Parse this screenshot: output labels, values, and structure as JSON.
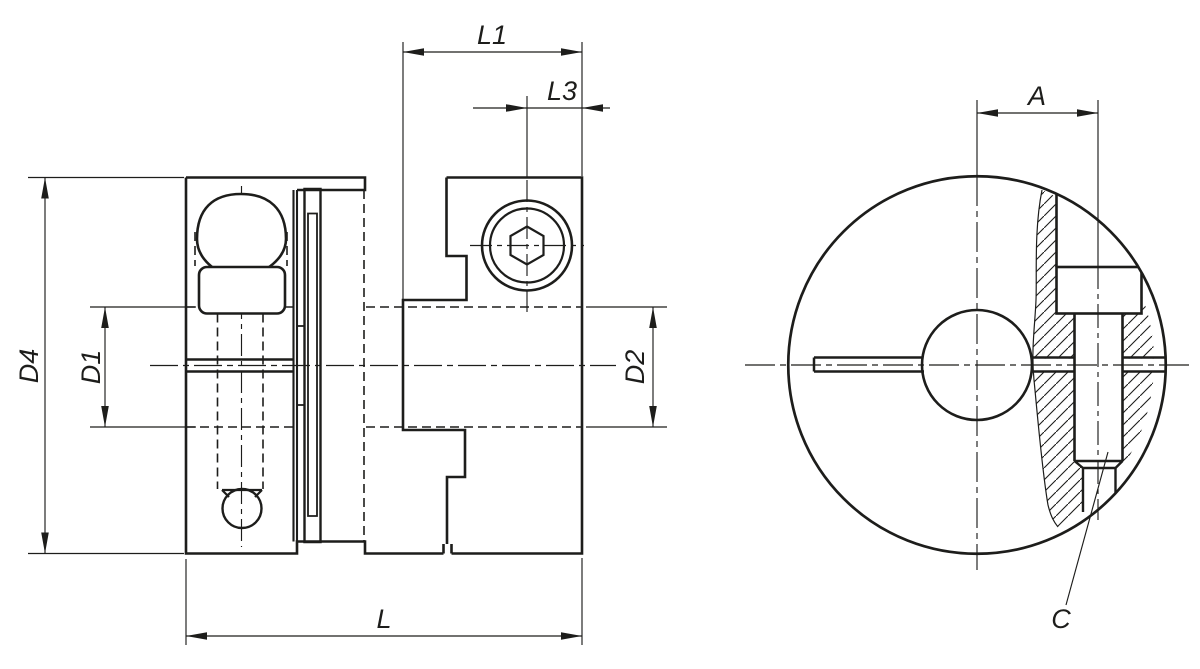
{
  "drawing": {
    "background_color": "#ffffff",
    "line_color": "#1d1d1b",
    "views": {
      "side_view": {
        "description": "sectional side view of coupling",
        "dimension_labels": {
          "d4": "D4",
          "d1": "D1",
          "d2": "D2",
          "l1": "L1",
          "l3": "L3",
          "l": "L"
        }
      },
      "front_view": {
        "description": "front view of clamping hub",
        "dimension_labels": {
          "a": "A",
          "c": "C"
        }
      }
    }
  }
}
